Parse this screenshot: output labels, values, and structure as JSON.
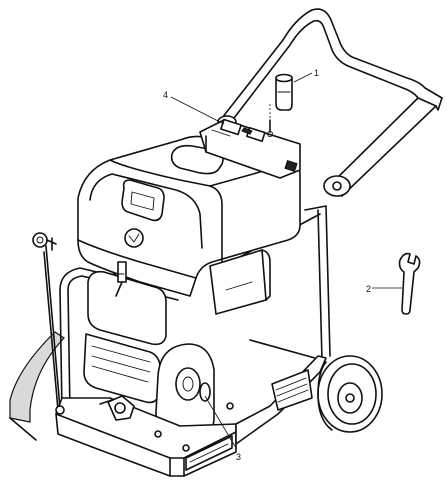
{
  "callouts": [
    {
      "id": "1",
      "label": "1"
    },
    {
      "id": "2",
      "label": "2"
    },
    {
      "id": "3",
      "label": "3"
    },
    {
      "id": "4",
      "label": "4"
    }
  ],
  "colors": {
    "line": "#111111",
    "background": "#ffffff",
    "shade": "#d9d9d9"
  }
}
